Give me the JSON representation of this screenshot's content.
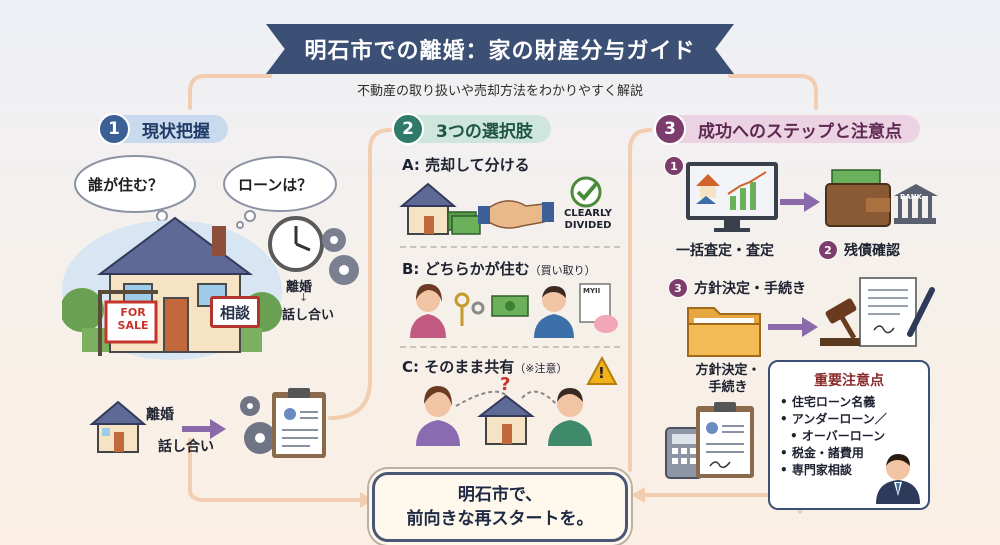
{
  "title": "明石市での離婚：家の財産分与ガイド",
  "subtitle": "不動産の取り扱いや売却方法をわかりやすく解説",
  "section1": {
    "number": "1",
    "title": "現状把握",
    "bubble_left": "誰が住む？",
    "bubble_right": "ローンは？",
    "sale_sign_line1": "FOR",
    "sale_sign_line2": "SALE",
    "consult_sign": "相談",
    "clock_label_1": "離婚",
    "clock_label_2": "話し合い",
    "bottom_label_1": "離婚",
    "bottom_label_2": "話し合い"
  },
  "section2": {
    "number": "2",
    "title": "3つの選択肢",
    "option_a": "A: 売却して分ける",
    "clearly_1": "CLEARLY",
    "clearly_2": "DIVIDED",
    "option_b_main": "B: どちらかが住む",
    "option_b_note": "（買い取り）",
    "doc_label": "MYII",
    "option_c_main": "C: そのまま共有",
    "option_c_note": "（※注意）",
    "question_mark": "?",
    "warning_mark": "!"
  },
  "section3": {
    "number": "3",
    "title": "成功へのステップと注意点",
    "step1_num": "1",
    "step1_label": "一括査定・査定",
    "step2_num": "2",
    "step2_label": "残債確認",
    "bank_label": "BANK",
    "step3_num": "3",
    "step3_label": "方針決定・手続き",
    "folder_label_1": "方針決定・",
    "folder_label_2": "手続き",
    "important_title": "重要注意点",
    "important_items": [
      "住宅ローン名義",
      "アンダーローン／",
      "オーバーローン",
      "税金・諸費用",
      "専門家相談"
    ]
  },
  "final": {
    "line1": "明石市で、",
    "line2": "前向きな再スタートを。"
  },
  "colors": {
    "navy": "#3c4f75",
    "section1": "#3c5f96",
    "section2": "#2f7a68",
    "section3": "#7d3d6c",
    "flow_line": "#f1c9a6",
    "arrow_purple": "#8a6aa8",
    "warning": "#f3b21a",
    "money": "#5a9a4a"
  }
}
